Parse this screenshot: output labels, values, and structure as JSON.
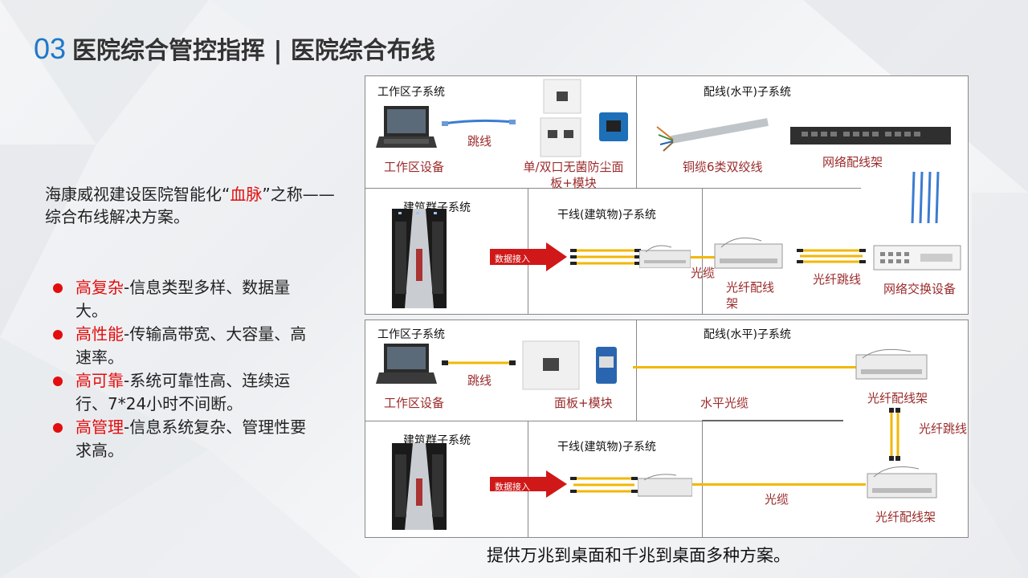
{
  "title": {
    "number": "03",
    "text": "医院综合管控指挥 | 医院综合布线"
  },
  "intro": {
    "part1": "海康威视建设医院智能化“",
    "highlight": "血脉",
    "part2": "”之称——综合布线解决方案。"
  },
  "bullets": [
    {
      "keyword": "高复杂",
      "text": "-信息类型多样、数据量大。"
    },
    {
      "keyword": "高性能",
      "text": "-传输高带宽、大容量、高速率。"
    },
    {
      "keyword": "高可靠",
      "text": "-系统可靠性高、连续运行、7*24小时不间断。"
    },
    {
      "keyword": "高管理",
      "text": "-信息系统复杂、管理性要求高。"
    }
  ],
  "diagram": {
    "top": {
      "work_area_title": "工作区子系统",
      "horizontal_title": "配线(水平)子系统",
      "patch_cord": "跳线",
      "work_device": "工作区设备",
      "faceplate": "单/双口无菌防尘面板+模块",
      "copper_cable": "铜缆6类双绞线",
      "patch_panel": "网络配线架",
      "building_title": "建筑群子系统",
      "backbone_title": "干线(建筑物)子系统",
      "data_in": "数据接入",
      "fiber_cable": "光缆",
      "fiber_panel": "光纤配线架",
      "fiber_jumper": "光纤跳线",
      "switch": "网络交换设备"
    },
    "bottom": {
      "work_area_title": "工作区子系统",
      "horizontal_title": "配线(水平)子系统",
      "patch_cord": "跳线",
      "work_device": "工作区设备",
      "faceplate": "面板+模块",
      "horizontal_fiber": "水平光缆",
      "fiber_panel_1": "光纤配线架",
      "fiber_jumper": "光纤跳线",
      "building_title": "建筑群子系统",
      "backbone_title": "干线(建筑物)子系统",
      "data_in": "数据接入",
      "fiber_cable": "光缆",
      "fiber_panel_2": "光纤配线架"
    }
  },
  "caption": "提供万兆到桌面和千兆到桌面多种方案。",
  "colors": {
    "accent_blue": "#1f78c8",
    "highlight_red": "#e30d0d",
    "label_red": "#9b2a2a",
    "fiber_yellow": "#f2b705",
    "arrow_red": "#d01818"
  }
}
